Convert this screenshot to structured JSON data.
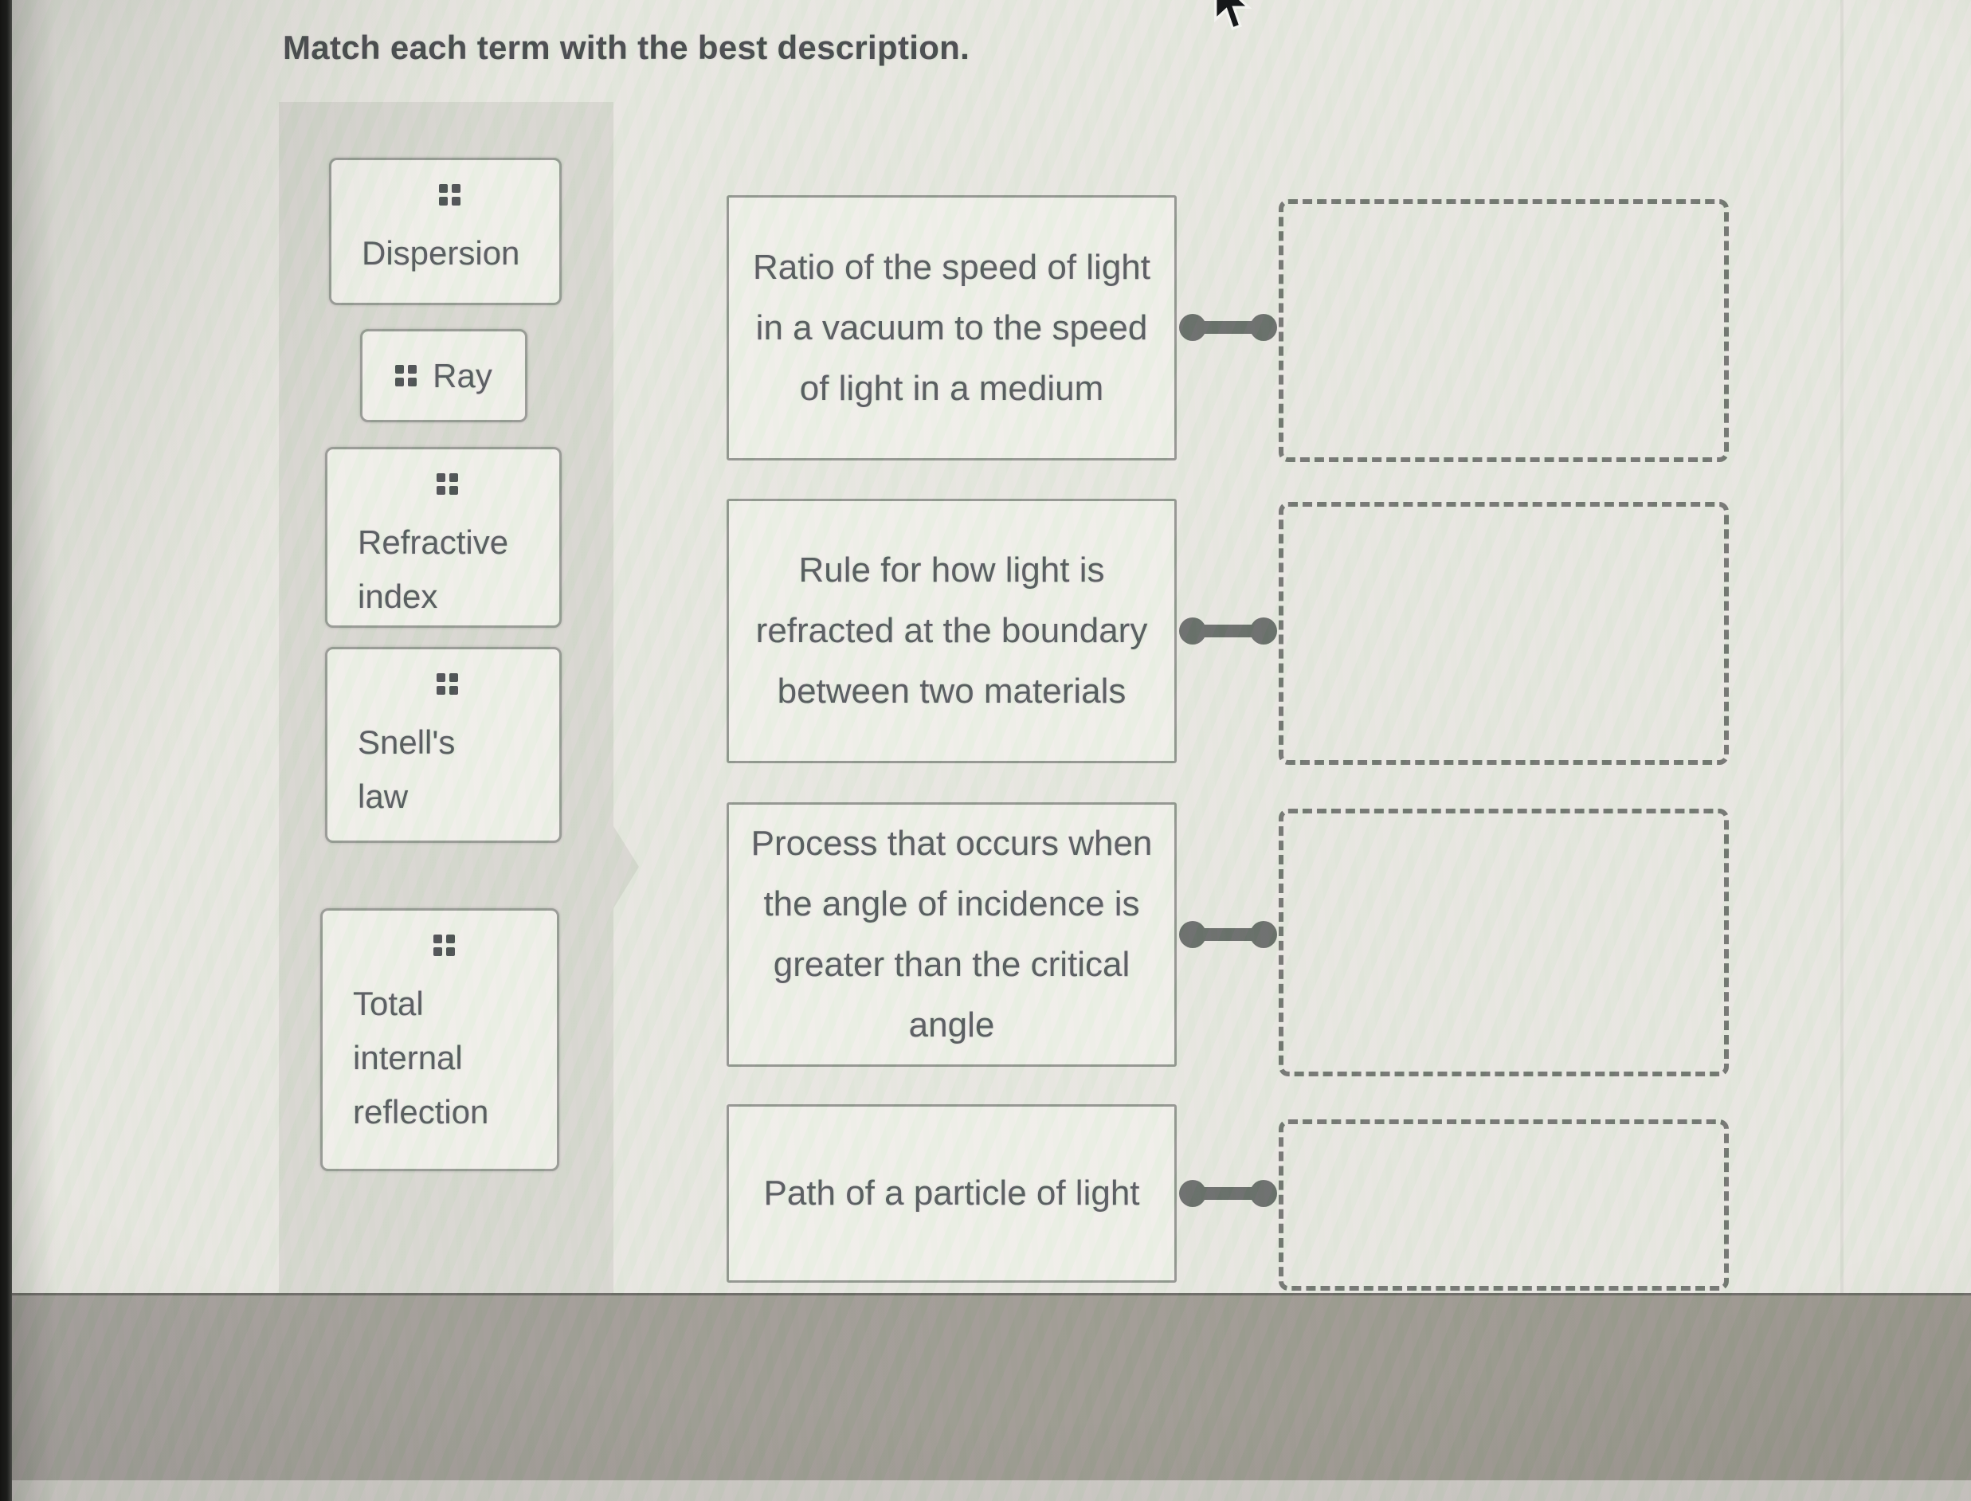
{
  "page": {
    "title": "Match each term with the best description."
  },
  "terms": [
    {
      "label": "Dispersion"
    },
    {
      "label": "Ray"
    },
    {
      "label": "Refractive index"
    },
    {
      "label": "Snell's law"
    },
    {
      "label": "Total internal reflection"
    }
  ],
  "descriptions": [
    {
      "text": "Ratio of the speed of light in a vacuum to the speed of light in a medium"
    },
    {
      "text": "Rule for how light is refracted at the boundary between two materials"
    },
    {
      "text": "Process that occurs when the angle of incidence is greater than the critical angle"
    },
    {
      "text": "Path of a particle of light"
    }
  ],
  "drop_targets": [
    {
      "value": ""
    },
    {
      "value": ""
    },
    {
      "value": ""
    },
    {
      "value": ""
    }
  ],
  "icons": {
    "drag_handle": "2x2-square-dots",
    "mouse_cursor": "arrow-pointer"
  },
  "colors": {
    "page_bg": "#e8e9e1",
    "chip_bg": "#f2f4ec",
    "chip_border": "#848a83",
    "box_border": "#7f857e",
    "dashed_border": "#585d59",
    "connector": "#4d5350",
    "text": "#363c42",
    "title_text": "#23272c",
    "handle": "#2b3034",
    "band": "#8f8c82"
  }
}
